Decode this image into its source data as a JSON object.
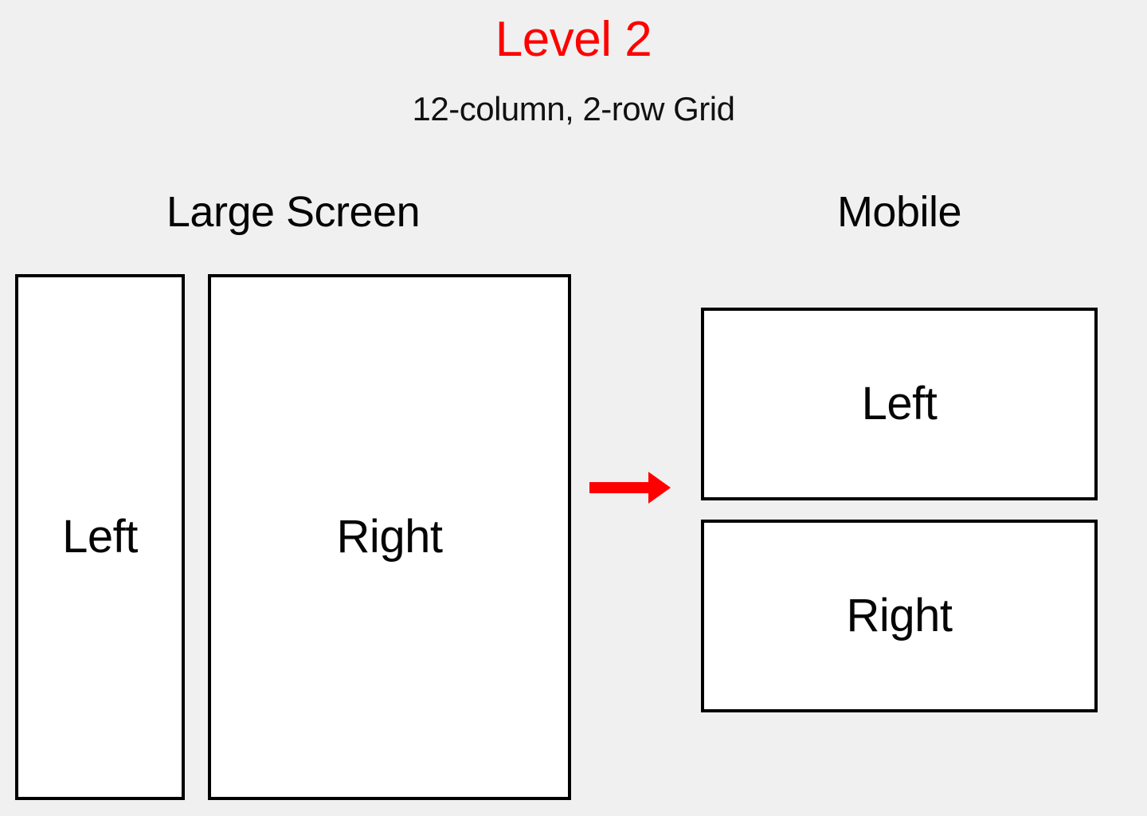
{
  "page": {
    "background_color": "#f0f0f0",
    "title": "Level 2",
    "title_color": "#ff0000",
    "subtitle": "12-column, 2-row Grid",
    "subtitle_color": "#111111"
  },
  "sections": {
    "large_screen": {
      "label": "Large Screen",
      "boxes": [
        {
          "label": "Left",
          "border_color": "#000000",
          "fill_color": "#ffffff"
        },
        {
          "label": "Right",
          "border_color": "#000000",
          "fill_color": "#ffffff"
        }
      ]
    },
    "mobile": {
      "label": "Mobile",
      "boxes": [
        {
          "label": "Left",
          "border_color": "#000000",
          "fill_color": "#ffffff"
        },
        {
          "label": "Right",
          "border_color": "#000000",
          "fill_color": "#ffffff"
        }
      ]
    }
  },
  "arrow": {
    "icon": "arrow-right-icon",
    "color": "#ff0000",
    "direction": "right"
  }
}
